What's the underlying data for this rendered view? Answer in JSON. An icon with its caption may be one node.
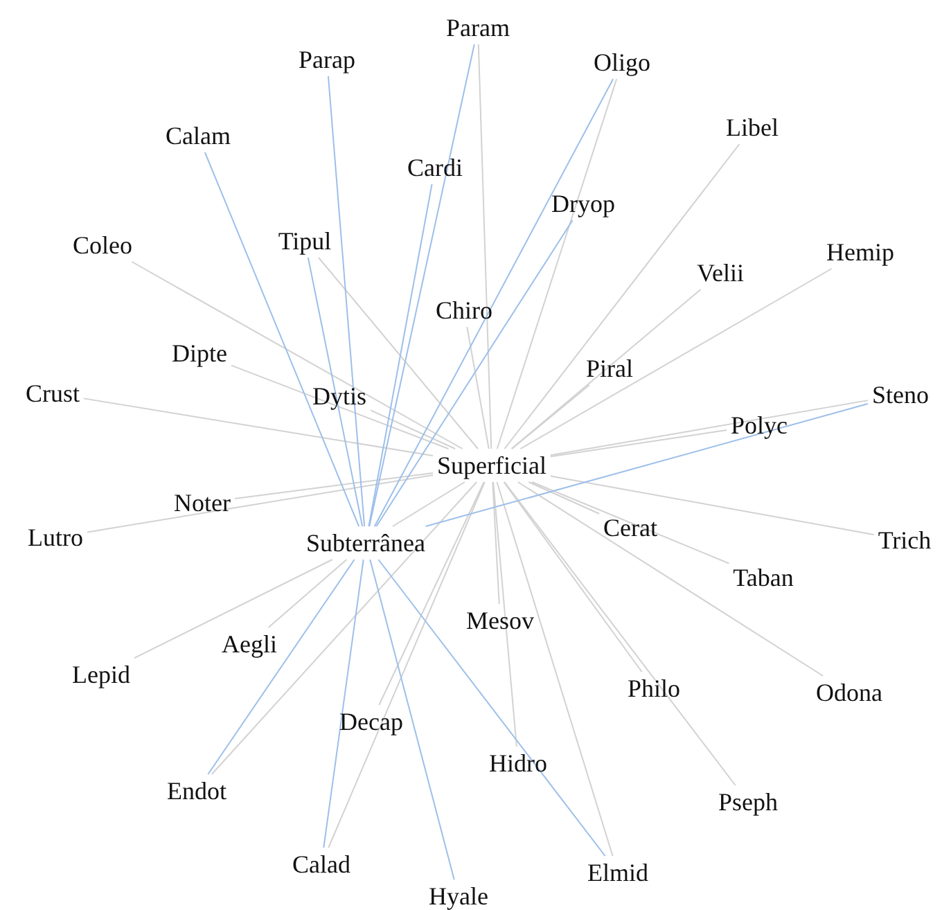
{
  "diagram": {
    "nodes": [
      {
        "text": [
          "Superficial"
        ]
      },
      {
        "text": [
          "Subterrânea"
        ]
      },
      {
        "text": [
          "Param"
        ]
      },
      {
        "text": [
          "Parap"
        ]
      },
      {
        "text": [
          "Oligo"
        ]
      },
      {
        "text": [
          "Calam"
        ]
      },
      {
        "text": [
          "Cardi"
        ]
      },
      {
        "text": [
          "Libel"
        ]
      },
      {
        "text": [
          "Dryop"
        ]
      },
      {
        "text": [
          "Coleo"
        ]
      },
      {
        "text": [
          "Tipul"
        ]
      },
      {
        "text": [
          "Hemip"
        ]
      },
      {
        "text": [
          "Velii"
        ]
      },
      {
        "text": [
          "Chiro"
        ]
      },
      {
        "text": [
          "Dipte"
        ]
      },
      {
        "text": [
          "Piral"
        ]
      },
      {
        "text": [
          "Crust"
        ]
      },
      {
        "text": [
          "Dytis"
        ]
      },
      {
        "text": [
          "Steno"
        ]
      },
      {
        "text": [
          "Polyc"
        ]
      },
      {
        "text": [
          "Noter"
        ]
      },
      {
        "text": [
          "Lutro"
        ]
      },
      {
        "text": [
          "Cerat"
        ]
      },
      {
        "text": [
          "Trich"
        ]
      },
      {
        "text": [
          "Taban"
        ]
      },
      {
        "text": [
          "Mesov"
        ]
      },
      {
        "text": [
          "Aegli"
        ]
      },
      {
        "text": [
          "Lepid"
        ]
      },
      {
        "text": [
          "Philo"
        ]
      },
      {
        "text": [
          "Odona"
        ]
      },
      {
        "text": [
          "Decap"
        ]
      },
      {
        "text": [
          "Hidro"
        ]
      },
      {
        "text": [
          "Endot"
        ]
      },
      {
        "text": [
          "Pseph"
        ]
      },
      {
        "text": [
          "Calad"
        ]
      },
      {
        "text": [
          "Elmid"
        ]
      },
      {
        "text": [
          "Hyale"
        ]
      }
    ],
    "edges": [
      {
        "from": 16,
        "to": 0,
        "arrow": "none"
      },
      {
        "from": 9,
        "to": 0,
        "arrow": "none"
      },
      {
        "from": 14,
        "to": 0,
        "arrow": "none"
      },
      {
        "from": 17,
        "to": 0,
        "arrow": "none"
      },
      {
        "from": 10,
        "to": 0,
        "arrow": "none"
      },
      {
        "from": 13,
        "to": 0,
        "arrow": "none"
      },
      {
        "from": 2,
        "to": 0,
        "arrow": "none"
      },
      {
        "from": 4,
        "to": 0,
        "arrow": "none"
      },
      {
        "from": 7,
        "to": 0,
        "arrow": "none"
      },
      {
        "from": 12,
        "to": 0,
        "arrow": "none"
      },
      {
        "from": 11,
        "to": 0,
        "arrow": "none"
      },
      {
        "from": 15,
        "to": 0,
        "arrow": "none"
      },
      {
        "from": 19,
        "to": 0,
        "arrow": "none"
      },
      {
        "from": 18,
        "to": 0,
        "arrow": "none"
      },
      {
        "from": 23,
        "to": 0,
        "arrow": "none"
      },
      {
        "from": 22,
        "to": 0,
        "arrow": "none"
      },
      {
        "from": 24,
        "to": 0,
        "arrow": "none"
      },
      {
        "from": 29,
        "to": 0,
        "arrow": "none"
      },
      {
        "from": 28,
        "to": 0,
        "arrow": "none"
      },
      {
        "from": 33,
        "to": 0,
        "arrow": "none"
      },
      {
        "from": 35,
        "to": 0,
        "arrow": "none"
      },
      {
        "from": 31,
        "to": 0,
        "arrow": "none"
      },
      {
        "from": 25,
        "to": 0,
        "arrow": "none"
      },
      {
        "from": 30,
        "to": 0,
        "arrow": "none"
      },
      {
        "from": 34,
        "to": 0,
        "arrow": "none"
      },
      {
        "from": 32,
        "to": 0,
        "arrow": "none"
      },
      {
        "from": 20,
        "to": 0,
        "arrow": "none"
      },
      {
        "from": 21,
        "to": 0,
        "arrow": "none"
      },
      {
        "from": 1,
        "to": 0,
        "arrow": "none"
      },
      {
        "from": 27,
        "to": 1,
        "arrow": "none"
      },
      {
        "from": 26,
        "to": 1,
        "arrow": "none"
      },
      {
        "from": 5,
        "to": 1,
        "arrow": "none",
        "color": "#9dbfea"
      },
      {
        "from": 3,
        "to": 1,
        "arrow": "none",
        "color": "#9dbfea"
      },
      {
        "from": 2,
        "to": 1,
        "arrow": "none",
        "color": "#9dbfea"
      },
      {
        "from": 6,
        "to": 1,
        "arrow": "none",
        "color": "#9dbfea"
      },
      {
        "from": 4,
        "to": 1,
        "arrow": "none",
        "color": "#9dbfea"
      },
      {
        "from": 8,
        "to": 1,
        "arrow": "none",
        "color": "#9dbfea"
      },
      {
        "from": 10,
        "to": 1,
        "arrow": "none",
        "color": "#9dbfea"
      },
      {
        "from": 18,
        "to": 1,
        "arrow": "none",
        "color": "#9dbfea"
      },
      {
        "from": 32,
        "to": 1,
        "arrow": "none",
        "color": "#9dbfea"
      },
      {
        "from": 34,
        "to": 1,
        "arrow": "none",
        "color": "#9dbfea"
      },
      {
        "from": 36,
        "to": 1,
        "arrow": "none",
        "color": "#9dbfea"
      },
      {
        "from": 35,
        "to": 1,
        "arrow": "none",
        "color": "#9dbfea"
      }
    ]
  }
}
